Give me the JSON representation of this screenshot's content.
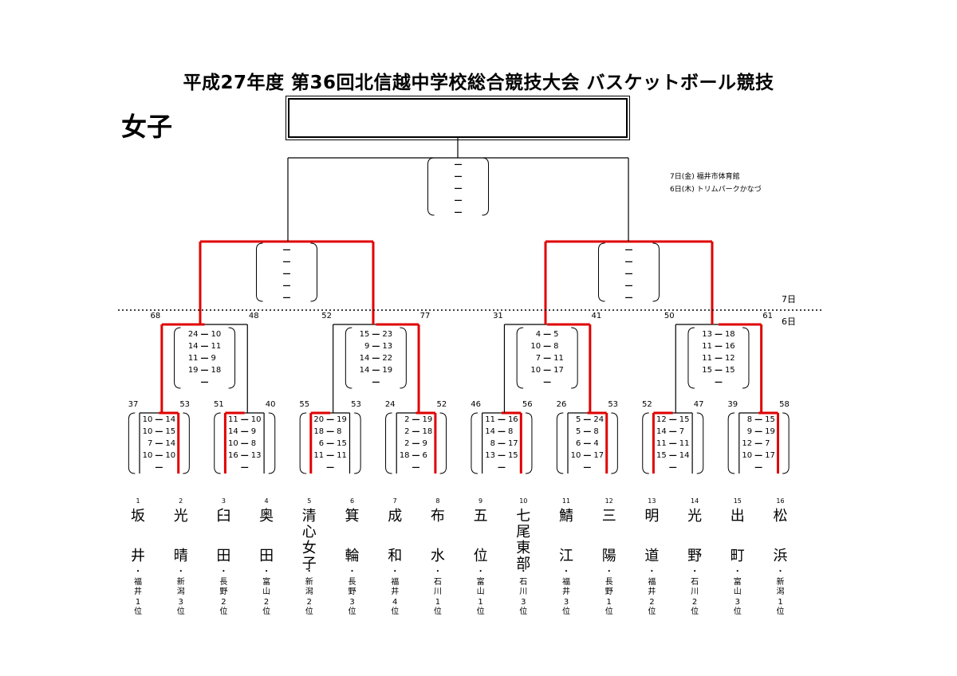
{
  "title": "平成27年度 第36回北信越中学校総合競技大会 バスケットボール競技",
  "category": "女子",
  "venues": [
    "7日(金) 福井市体育館",
    "6日(木) トリムパークかなづ"
  ],
  "day_labels": {
    "upper": "7日",
    "lower": "6日"
  },
  "colors": {
    "line": "#000000",
    "winner": "#e00000"
  },
  "teams": [
    {
      "seed": "1",
      "name": "坂井",
      "pref": "福井1位"
    },
    {
      "seed": "2",
      "name": "光晴",
      "pref": "新潟3位"
    },
    {
      "seed": "3",
      "name": "臼田",
      "pref": "長野2位"
    },
    {
      "seed": "4",
      "name": "奥田",
      "pref": "富山2位"
    },
    {
      "seed": "5",
      "name": "清心女子",
      "pref": "新潟2位"
    },
    {
      "seed": "6",
      "name": "箕輪",
      "pref": "長野3位"
    },
    {
      "seed": "7",
      "name": "成和",
      "pref": "福井4位"
    },
    {
      "seed": "8",
      "name": "布水",
      "pref": "石川1位"
    },
    {
      "seed": "9",
      "name": "五位",
      "pref": "富山1位"
    },
    {
      "seed": "10",
      "name": "七尾東部",
      "pref": "石川3位"
    },
    {
      "seed": "11",
      "name": "鯖江",
      "pref": "福井3位"
    },
    {
      "seed": "12",
      "name": "三陽",
      "pref": "長野1位"
    },
    {
      "seed": "13",
      "name": "明道",
      "pref": "福井2位"
    },
    {
      "seed": "14",
      "name": "光野",
      "pref": "石川2位"
    },
    {
      "seed": "15",
      "name": "出町",
      "pref": "富山3位"
    },
    {
      "seed": "16",
      "name": "松浜",
      "pref": "新潟1位"
    }
  ],
  "round1": [
    {
      "left_total": "37",
      "right_total": "53",
      "winner": "right",
      "quarters": [
        [
          "10",
          "14"
        ],
        [
          "10",
          "15"
        ],
        [
          "7",
          "14"
        ],
        [
          "10",
          "10"
        ]
      ]
    },
    {
      "left_total": "51",
      "right_total": "40",
      "winner": "left",
      "quarters": [
        [
          "11",
          "10"
        ],
        [
          "14",
          "9"
        ],
        [
          "10",
          "8"
        ],
        [
          "16",
          "13"
        ]
      ]
    },
    {
      "left_total": "55",
      "right_total": "53",
      "winner": "left",
      "quarters": [
        [
          "20",
          "19"
        ],
        [
          "18",
          "8"
        ],
        [
          "6",
          "15"
        ],
        [
          "11",
          "11"
        ]
      ]
    },
    {
      "left_total": "24",
      "right_total": "52",
      "winner": "right",
      "quarters": [
        [
          "2",
          "19"
        ],
        [
          "2",
          "18"
        ],
        [
          "2",
          "9"
        ],
        [
          "18",
          "6"
        ]
      ]
    },
    {
      "left_total": "46",
      "right_total": "56",
      "winner": "right",
      "quarters": [
        [
          "11",
          "16"
        ],
        [
          "14",
          "8"
        ],
        [
          "8",
          "17"
        ],
        [
          "13",
          "15"
        ]
      ]
    },
    {
      "left_total": "26",
      "right_total": "53",
      "winner": "right",
      "quarters": [
        [
          "5",
          "24"
        ],
        [
          "5",
          "8"
        ],
        [
          "6",
          "4"
        ],
        [
          "10",
          "17"
        ]
      ]
    },
    {
      "left_total": "52",
      "right_total": "47",
      "winner": "left",
      "quarters": [
        [
          "12",
          "15"
        ],
        [
          "14",
          "7"
        ],
        [
          "11",
          "11"
        ],
        [
          "15",
          "14"
        ]
      ]
    },
    {
      "left_total": "39",
      "right_total": "58",
      "winner": "right",
      "quarters": [
        [
          "8",
          "15"
        ],
        [
          "9",
          "19"
        ],
        [
          "12",
          "7"
        ],
        [
          "10",
          "17"
        ]
      ]
    }
  ],
  "round2": [
    {
      "left_total": "68",
      "right_total": "48",
      "winner": "left",
      "quarters": [
        [
          "24",
          "10"
        ],
        [
          "14",
          "11"
        ],
        [
          "11",
          "9"
        ],
        [
          "19",
          "18"
        ]
      ]
    },
    {
      "left_total": "52",
      "right_total": "77",
      "winner": "right",
      "quarters": [
        [
          "15",
          "23"
        ],
        [
          "9",
          "13"
        ],
        [
          "14",
          "22"
        ],
        [
          "14",
          "19"
        ]
      ]
    },
    {
      "left_total": "31",
      "right_total": "41",
      "winner": "right",
      "quarters": [
        [
          "4",
          "5"
        ],
        [
          "10",
          "8"
        ],
        [
          "7",
          "11"
        ],
        [
          "10",
          "17"
        ]
      ]
    },
    {
      "left_total": "50",
      "right_total": "61",
      "winner": "right",
      "quarters": [
        [
          "13",
          "18"
        ],
        [
          "11",
          "16"
        ],
        [
          "11",
          "12"
        ],
        [
          "15",
          "15"
        ]
      ]
    }
  ],
  "semis": [
    {
      "left_total": "",
      "right_total": "",
      "winner": "both",
      "quarters": [
        [
          "",
          ""
        ],
        [
          "",
          ""
        ],
        [
          "",
          ""
        ],
        [
          "",
          ""
        ]
      ]
    },
    {
      "left_total": "",
      "right_total": "",
      "winner": "both",
      "quarters": [
        [
          "",
          ""
        ],
        [
          "",
          ""
        ],
        [
          "",
          ""
        ],
        [
          "",
          ""
        ]
      ]
    }
  ],
  "final": {
    "left_total": "",
    "right_total": "",
    "winner": "none",
    "quarters": [
      [
        "",
        ""
      ],
      [
        "",
        ""
      ],
      [
        "",
        ""
      ],
      [
        "",
        ""
      ]
    ]
  }
}
